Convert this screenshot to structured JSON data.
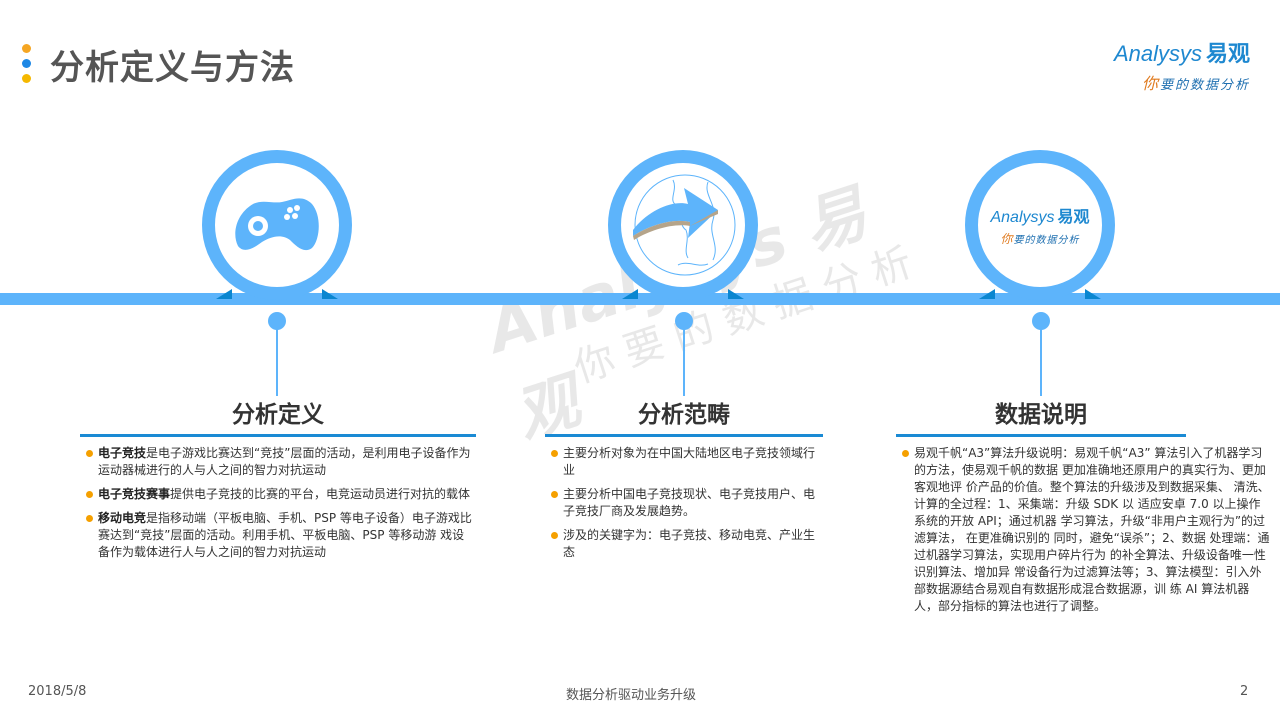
{
  "header": {
    "title": "分析定义与方法",
    "dot_colors": [
      "#f5a623",
      "#1e88e5",
      "#f5b800"
    ]
  },
  "logo": {
    "brand_latin": "Analysys",
    "brand_cn": "易观",
    "slogan_first": "你",
    "slogan_rest": "要的数据分析"
  },
  "timeline": {
    "color": "#5db4fb",
    "nodes": [
      {
        "icon": "gamepad-icon"
      },
      {
        "icon": "globe-arrow-icon"
      },
      {
        "icon": "analysys-logo-icon",
        "brand_latin": "Analysys",
        "brand_cn": "易观",
        "slogan_first": "你",
        "slogan_rest": "要的数据分析"
      }
    ]
  },
  "sections": [
    {
      "heading": "分析定义",
      "items": [
        {
          "bold": "电子竞技",
          "text": "是电子游戏比赛达到“竞技”层面的活动，是利用电子设备作为运动器械进行的人与人之间的智力对抗运动"
        },
        {
          "bold": "电子竞技赛事",
          "text": "提供电子竞技的比赛的平台，电竞运动员进行对抗的载体"
        },
        {
          "bold": "移动电竞",
          "text": "是指移动端（平板电脑、手机、PSP 等电子设备）电子游戏比赛达到“竞技”层面的活动。利用手机、平板电脑、PSP 等移动游 戏设备作为载体进行人与人之间的智力对抗运动"
        }
      ]
    },
    {
      "heading": "分析范畴",
      "items": [
        {
          "bold": "",
          "text": "主要分析对象为在中国大陆地区电子竞技领域行业"
        },
        {
          "bold": "",
          "text": "主要分析中国电子竞技现状、电子竞技用户、电子竞技厂商及发展趋势。"
        },
        {
          "bold": "",
          "text": "涉及的关键字为：电子竞技、移动电竞、产业生态"
        }
      ]
    },
    {
      "heading": "数据说明",
      "items": [
        {
          "bold": "",
          "text": "易观千帆“A3”算法升级说明：易观千帆“A3” 算法引入了机器学习的方法，使易观千帆的数据 更加准确地还原用户的真实行为、更加客观地评 价产品的价值。整个算法的升级涉及到数据采集、 清洗、计算的全过程：1、采集端：升级 SDK 以 适应安卓 7.0 以上操作系统的开放 API；通过机器 学习算法，升级“非用户主观行为”的过滤算法， 在更准确识别的 同时，避免“误杀”；2、数据 处理端：通过机器学习算法，实现用户碎片行为 的补全算法、升级设备唯一性识别算法、增加异 常设备行为过滤算法等；3、算法模型：引入外 部数据源结合易观自有数据形成混合数据源，训 练 AI 算法机器人，部分指标的算法也进行了调整。"
        }
      ]
    }
  ],
  "watermark": {
    "line1": "Analysys 易观",
    "line2": "你要的数据分析"
  },
  "footer": {
    "date": "2018/5/8",
    "center": "数据分析驱动业务升级",
    "page": "2"
  },
  "colors": {
    "accent_blue": "#5db4fb",
    "rule_blue": "#1a8ad4",
    "bullet_orange": "#f5a000",
    "title_gray": "#555555"
  }
}
